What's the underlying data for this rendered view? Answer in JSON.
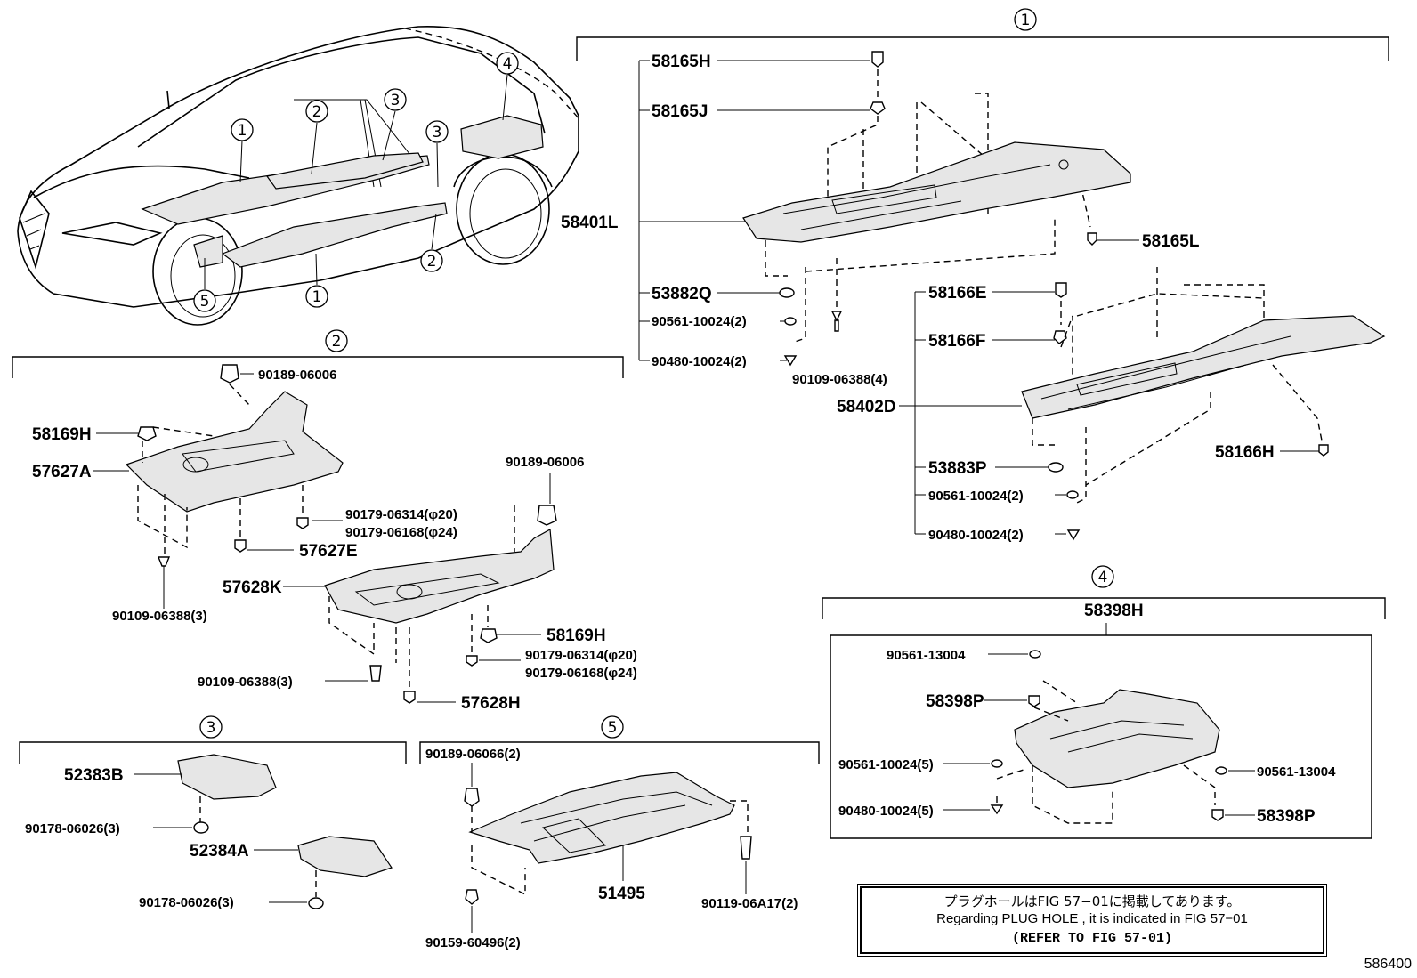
{
  "groups": {
    "g1": "1",
    "g2": "2",
    "g3": "3",
    "g4": "4",
    "g5": "5"
  },
  "car_callouts": [
    "1",
    "2",
    "3",
    "3",
    "4",
    "5",
    "1",
    "2"
  ],
  "group1_parts": {
    "p58165H": "58165H",
    "p58165J": "58165J",
    "p58401L": "58401L",
    "p53882Q": "53882Q",
    "p90561a": "90561-10024(2)",
    "p90480a": "90480-10024(2)",
    "p90109a": "90109-06388(4)",
    "p58165L": "58165L",
    "p58166E": "58166E",
    "p58166F": "58166F",
    "p58402D": "58402D",
    "p53883P": "53883P",
    "p90561b": "90561-10024(2)",
    "p90480b": "90480-10024(2)",
    "p58166H": "58166H"
  },
  "group2_parts": {
    "p90189a": "90189-06006",
    "p58169Ha": "58169H",
    "p57627A": "57627A",
    "p90179a1": "90179-06314(φ20)",
    "p90179a2": "90179-06168(φ24)",
    "p57627E": "57627E",
    "p90109b": "90109-06388(3)",
    "p90189b": "90189-06006",
    "p57628K": "57628K",
    "p58169Hb": "58169H",
    "p90179b1": "90179-06314(φ20)",
    "p90179b2": "90179-06168(φ24)",
    "p90109c": "90109-06388(3)",
    "p57628H": "57628H"
  },
  "group3_parts": {
    "p52383B": "52383B",
    "p90178a": "90178-06026(3)",
    "p52384A": "52384A",
    "p90178b": "90178-06026(3)"
  },
  "group4_parts": {
    "p58398H": "58398H",
    "p90561c": "90561-13004",
    "p58398Pa": "58398P",
    "p90561d": "90561-10024(5)",
    "p90480c": "90480-10024(5)",
    "p90561e": "90561-13004",
    "p58398Pb": "58398P"
  },
  "group5_parts": {
    "p90189c": "90189-06066(2)",
    "p51495": "51495",
    "p90119": "90119-06A17(2)",
    "p90159": "90159-60496(2)"
  },
  "note": {
    "line1": "プラグホールはFIG 57−01に掲載してあります。",
    "line2": "Regarding PLUG HOLE , it is indicated in FIG 57−01",
    "line3": "(REFER TO FIG 57-01)"
  },
  "figure_code": "586400",
  "colors": {
    "ink": "#000000",
    "paper": "#ffffff"
  }
}
